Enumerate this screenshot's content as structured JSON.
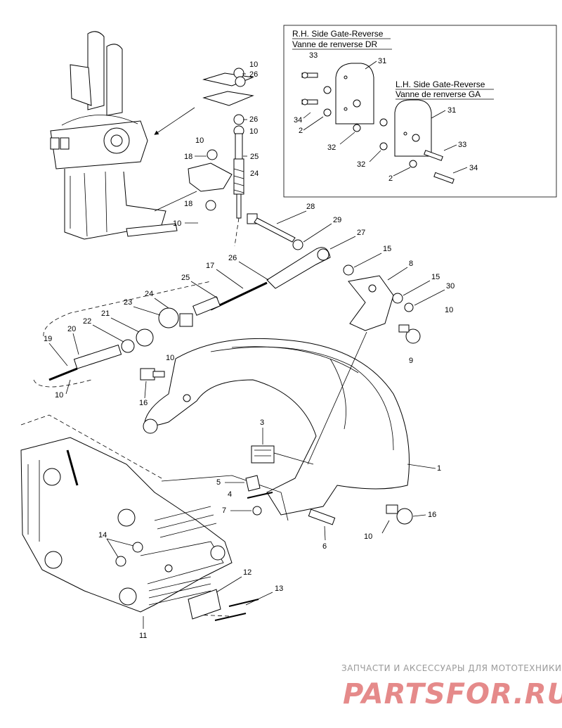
{
  "inset": {
    "rh_title": "R.H. Side Gate-Reverse",
    "rh_subtitle": "Vanne de renverse DR",
    "lh_title": "L.H. Side Gate-Reverse",
    "lh_subtitle": "Vanne de renverse GA"
  },
  "callouts": {
    "c10a": "10",
    "c26a": "26",
    "c26b": "26",
    "c10b": "10",
    "c10c": "10",
    "c18a": "18",
    "c25a": "25",
    "c24a": "24",
    "c18b": "18",
    "c10d": "10",
    "c33a": "33",
    "c31a": "31",
    "c34a": "34",
    "c2a": "2",
    "c32a": "32",
    "c31b": "31",
    "c33b": "33",
    "c32b": "32",
    "c34b": "34",
    "c2b": "2",
    "c28": "28",
    "c29": "29",
    "c27": "27",
    "c15a": "15",
    "c8": "8",
    "c26c": "26",
    "c17": "17",
    "c15b": "15",
    "c30": "30",
    "c25b": "25",
    "c10e": "10",
    "c24b": "24",
    "c23": "23",
    "c21": "21",
    "c22": "22",
    "c20": "20",
    "c9": "9",
    "c19": "19",
    "c10f": "10",
    "c10g": "10",
    "c16a": "16",
    "c3": "3",
    "c1": "1",
    "c5": "5",
    "c4": "4",
    "c7": "7",
    "c16b": "16",
    "c6": "6",
    "c10h": "10",
    "c14": "14",
    "c12": "12",
    "c13": "13",
    "c11": "11"
  },
  "watermark": {
    "line1": "ЗАПЧАСТИ И АКСЕССУАРЫ ДЛЯ МОТОТЕХНИКИ",
    "line2": "PARTSFOR.RU"
  }
}
